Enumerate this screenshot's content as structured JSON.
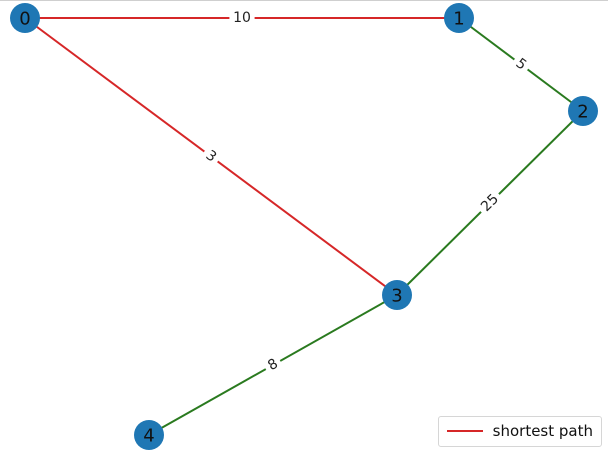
{
  "colors": {
    "node": "#1f77b4",
    "path_edge": "#d62728",
    "other_edge": "#2a7a1f"
  },
  "graph": {
    "nodes": [
      {
        "id": "0",
        "label": "0"
      },
      {
        "id": "1",
        "label": "1"
      },
      {
        "id": "2",
        "label": "2"
      },
      {
        "id": "3",
        "label": "3"
      },
      {
        "id": "4",
        "label": "4"
      }
    ],
    "edges": [
      {
        "source": "0",
        "target": "1",
        "weight": "10",
        "on_path": true
      },
      {
        "source": "0",
        "target": "3",
        "weight": "3",
        "on_path": true
      },
      {
        "source": "1",
        "target": "2",
        "weight": "5",
        "on_path": false
      },
      {
        "source": "2",
        "target": "3",
        "weight": "25",
        "on_path": false
      },
      {
        "source": "3",
        "target": "4",
        "weight": "8",
        "on_path": false
      }
    ]
  },
  "legend": {
    "label": "shortest path"
  }
}
